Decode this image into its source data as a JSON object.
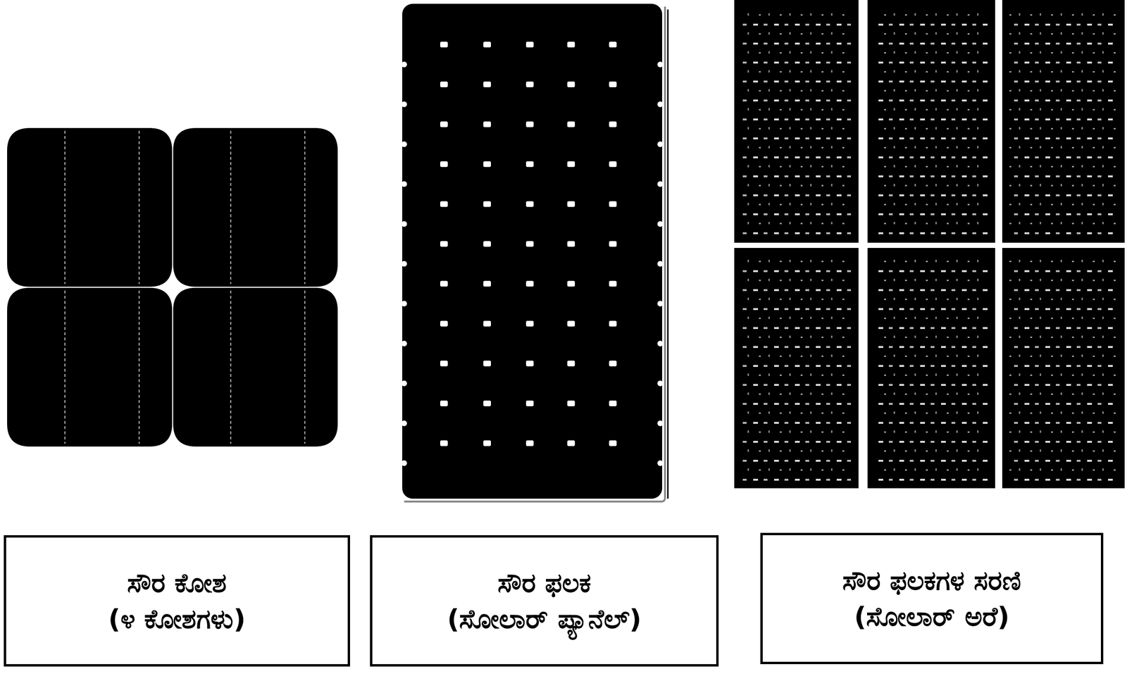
{
  "diagram": {
    "nodes": [
      {
        "text": [
          "ಸೌರ ಕೋಶ",
          "(೪ ಕೋಶಗಳು)"
        ]
      },
      {
        "text": [
          "ಸೌರ ಫಲಕ",
          "(ಸೋಲಾರ್ ಪ್ಯಾನೆಲ್)"
        ]
      },
      {
        "text": [
          "ಸೌರ ಫಲಕಗಳ ಸರಣಿ",
          "(ಸೋಲಾರ್ ಅರೆ)"
        ]
      }
    ]
  }
}
